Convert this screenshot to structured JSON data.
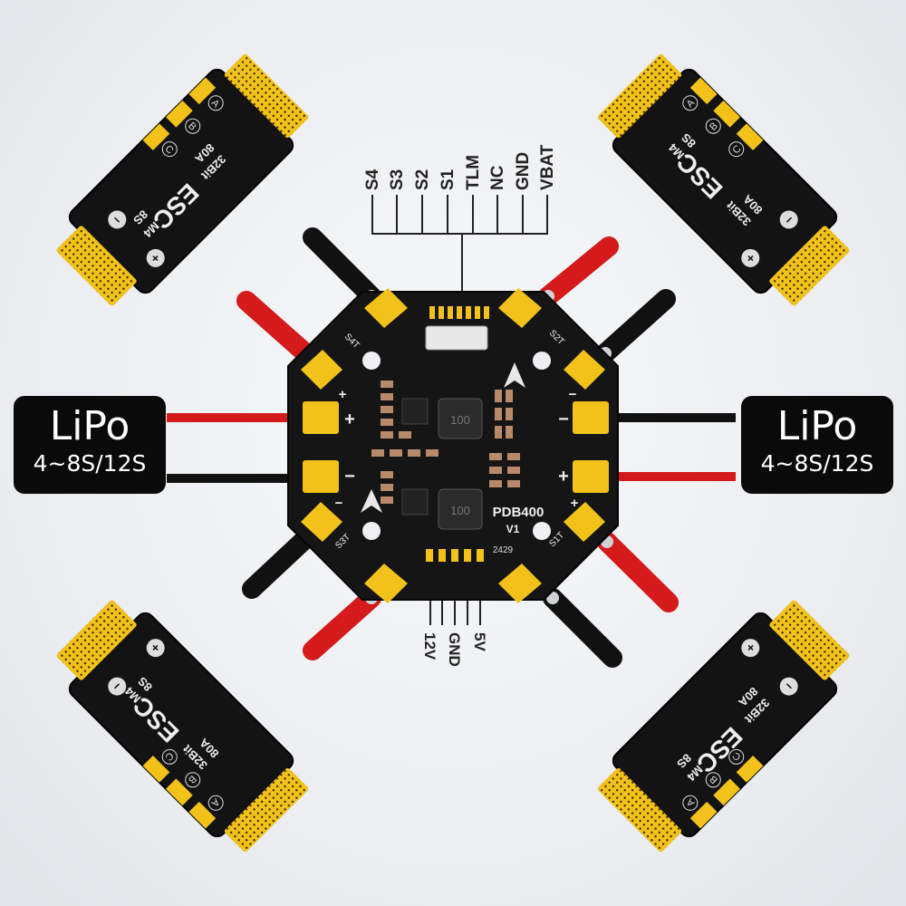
{
  "board": {
    "name": "PDB400",
    "version": "V1",
    "code": "2429",
    "inductor_label": "100"
  },
  "top_pins": [
    "VBAT",
    "GND",
    "NC",
    "TLM",
    "S1",
    "S2",
    "S3",
    "S4"
  ],
  "bottom_pins": [
    "5V",
    "GND",
    "12V"
  ],
  "lipo": {
    "title": "LiPo",
    "spec": "4~8S/12S"
  },
  "esc": {
    "bits": "32Bit",
    "current": "80A",
    "type": "ESC",
    "model": "M4",
    "cells": "8S",
    "phases": [
      "A",
      "B",
      "C"
    ],
    "plus": "+",
    "minus": "−"
  },
  "pad_labels": {
    "plus": "+",
    "minus": "−",
    "s1t": "S1T",
    "s2t": "S2T",
    "s3t": "S3T",
    "s4t": "S4T"
  },
  "colors": {
    "pcb": "#151515",
    "pad": "#f2c21b",
    "wire_pos": "#d41a1a",
    "wire_neg": "#111111",
    "esc_body": "#131313"
  }
}
